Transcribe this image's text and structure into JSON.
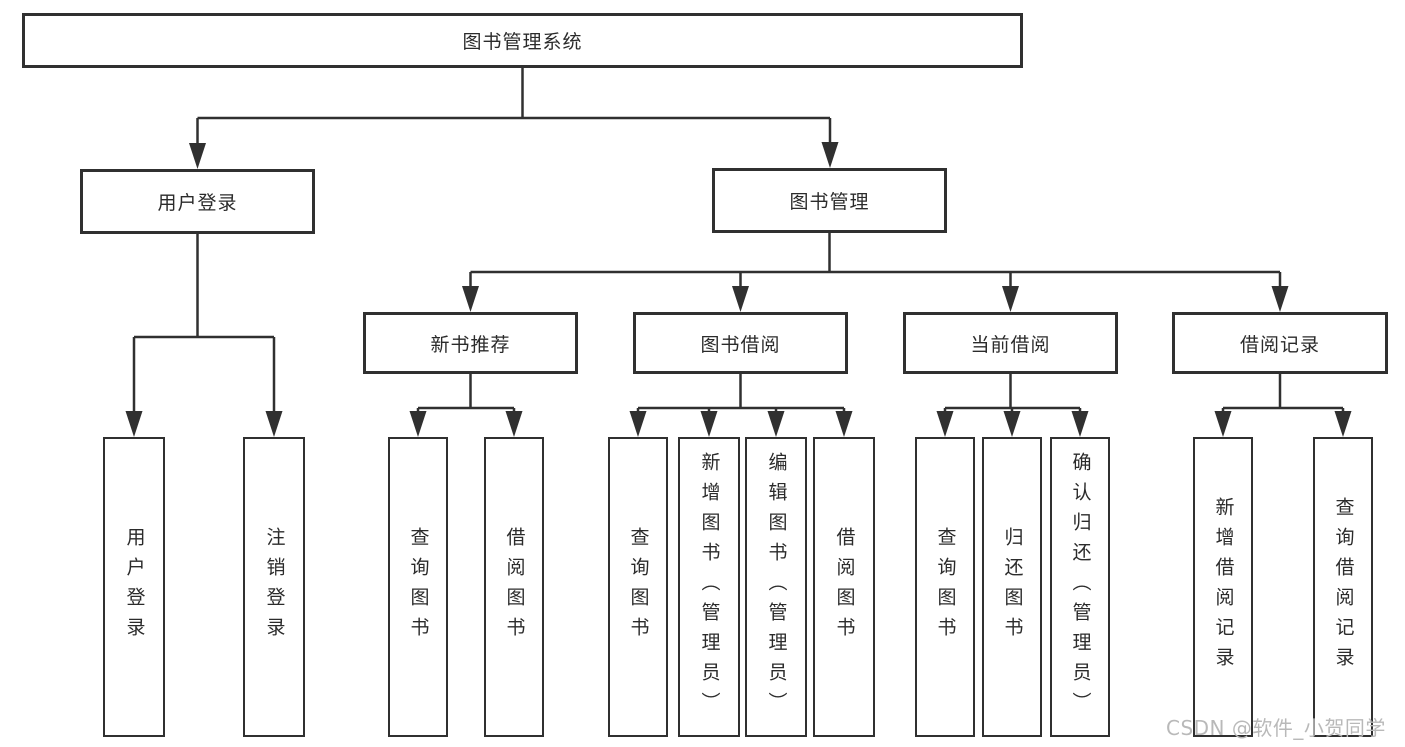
{
  "diagram_title": "图书管理系统",
  "tree": {
    "root": {
      "label": "图书管理系统"
    },
    "branches": [
      {
        "label": "用户登录",
        "children": [
          {
            "label": "用户登录"
          },
          {
            "label": "注销登录"
          }
        ]
      },
      {
        "label": "图书管理",
        "groups": [
          {
            "label": "新书推荐",
            "children": [
              {
                "label": "查询图书"
              },
              {
                "label": "借阅图书"
              }
            ]
          },
          {
            "label": "图书借阅",
            "children": [
              {
                "label": "查询图书"
              },
              {
                "label": "新增图书（管理员）"
              },
              {
                "label": "编辑图书（管理员）"
              },
              {
                "label": "借阅图书"
              }
            ]
          },
          {
            "label": "当前借阅",
            "children": [
              {
                "label": "查询图书"
              },
              {
                "label": "归还图书"
              },
              {
                "label": "确认归还（管理员）"
              }
            ]
          },
          {
            "label": "借阅记录",
            "children": [
              {
                "label": "新增借阅记录"
              },
              {
                "label": "查询借阅记录"
              }
            ]
          }
        ]
      }
    ]
  },
  "watermark": {
    "text": "CSDN @软件_小贺同学"
  },
  "colors": {
    "line": "#303030",
    "box_border": "#303030",
    "box_fill": "#ffffff",
    "text": "#2b2b2b",
    "watermark": "#b9b9b9",
    "background": "#ffffff"
  }
}
